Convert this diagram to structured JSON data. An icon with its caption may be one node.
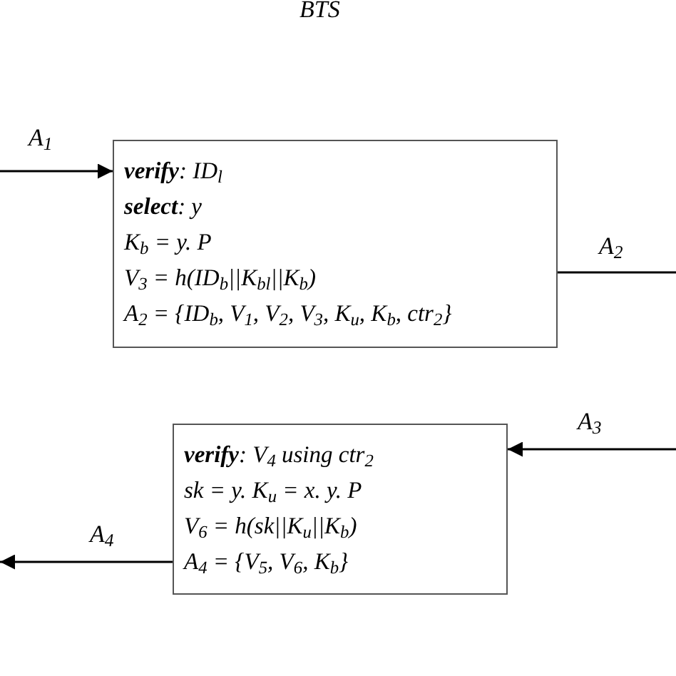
{
  "diagram": {
    "title": "BTS",
    "nodes": [
      {
        "text": [
          "**verify**: ID$_{l}$",
          "**select**: y",
          "K$_{b}$ = y. P",
          "V$_{3}$ = h(ID$_{b}$||K$_{bl}$||K$_{b}$)",
          "A$_{2}$ = {ID$_{b}$, V$_{1}$, V$_{2}$, V$_{3}$, K$_{u}$, K$_{b}$, ctr$_{2}$}"
        ]
      },
      {
        "text": [
          "**verify**: V$_{4}$ using ctr$_{2}$",
          "sk = y. K$_{u}$ = x. y. P",
          "V$_{6}$ = h(sk||K$_{u}$||K$_{b}$)",
          "A$_{4}$ = {V$_{5}$, V$_{6}$, K$_{b}$}"
        ]
      }
    ],
    "edges": [
      {
        "from": null,
        "to": 0,
        "arrow": "to",
        "label": "A$_{1}$"
      },
      {
        "from": 0,
        "to": null,
        "arrow": "none",
        "label": "A$_{2}$"
      },
      {
        "from": null,
        "to": 1,
        "arrow": "to",
        "label": "A$_{3}$"
      },
      {
        "from": 1,
        "to": null,
        "arrow": "to",
        "label": "A$_{4}$"
      }
    ]
  }
}
